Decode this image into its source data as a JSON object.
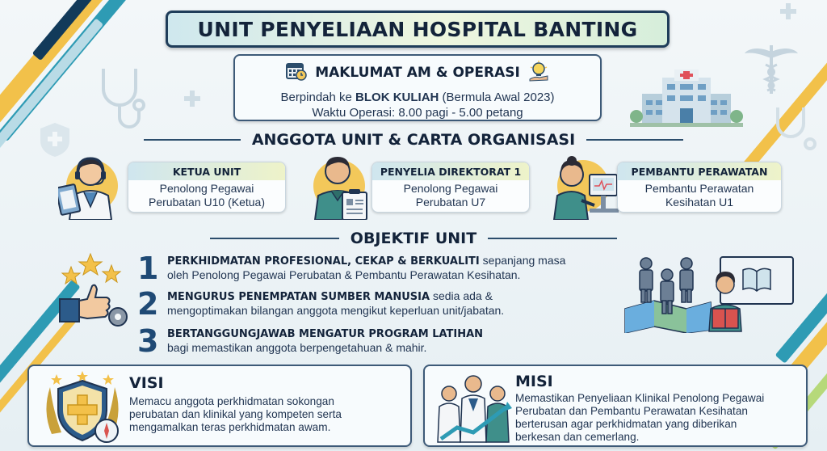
{
  "title": "UNIT PENYELIAAN HOSPITAL BANTING",
  "info": {
    "heading": "MAKLUMAT AM & OPERASI",
    "line1_pre": "Berpindah ke ",
    "line1_bold": "BLOK KULIAH",
    "line1_post": " (Bermula Awal 2023)",
    "line2": "Waktu Operasi: 8.00 pagi - 5.00 petang"
  },
  "members_heading": "ANGGOTA UNIT & CARTA ORGANISASI",
  "members": [
    {
      "role": "KETUA UNIT",
      "line1": "Penolong Pegawai",
      "line2": "Perubatan U10 (Ketua)",
      "icon": "doctor-headset-icon"
    },
    {
      "role": "PENYELIA DIREKTORAT 1",
      "line1": "Penolong Pegawai",
      "line2": "Perubatan U7",
      "icon": "medical-officer-clipboard-icon"
    },
    {
      "role": "PEMBANTU PERAWATAN",
      "line1": "Pembantu Perawatan",
      "line2": "Kesihatan U1",
      "icon": "nurse-monitor-icon"
    }
  ],
  "objectives_heading": "OBJEKTIF UNIT",
  "objectives": [
    {
      "num": "1",
      "bold": "PERKHIDMATAN PROFESIONAL, CEKAP & BERKUALITI",
      "rest": " sepanjang masa",
      "line2": "oleh Penolong Pegawai Perubatan & Pembantu Perawatan Kesihatan."
    },
    {
      "num": "2",
      "bold": "MENGURUS PENEMPATAN SUMBER MANUSIA",
      "rest": " sedia ada &",
      "line2": "mengoptimakan bilangan anggota mengikut keperluan unit/jabatan."
    },
    {
      "num": "3",
      "bold": "BERTANGGUNGJAWAB MENGATUR PROGRAM LATIHAN",
      "rest": "",
      "line2": "bagi memastikan anggota berpengetahuan & mahir."
    }
  ],
  "vision": {
    "heading": "VISI",
    "lines": [
      "Memacu anggota perkhidmatan sokongan",
      "perubatan dan klinikal yang kompeten serta",
      "mengamalkan teras perkhidmatan awam."
    ]
  },
  "mission": {
    "heading": "MISI",
    "lines": [
      "Memastikan Penyeliaan Klinikal Penolong Pegawai",
      "Perubatan dan Pembantu Perawatan Kesihatan",
      "berterusan agar perkhidmatan yang diberikan",
      "berkesan dan cemerlang."
    ]
  },
  "colors": {
    "navy": "#1f3d5a",
    "gold": "#f3c85a",
    "teal": "#2d8a8a",
    "number": "#1f4a75"
  }
}
